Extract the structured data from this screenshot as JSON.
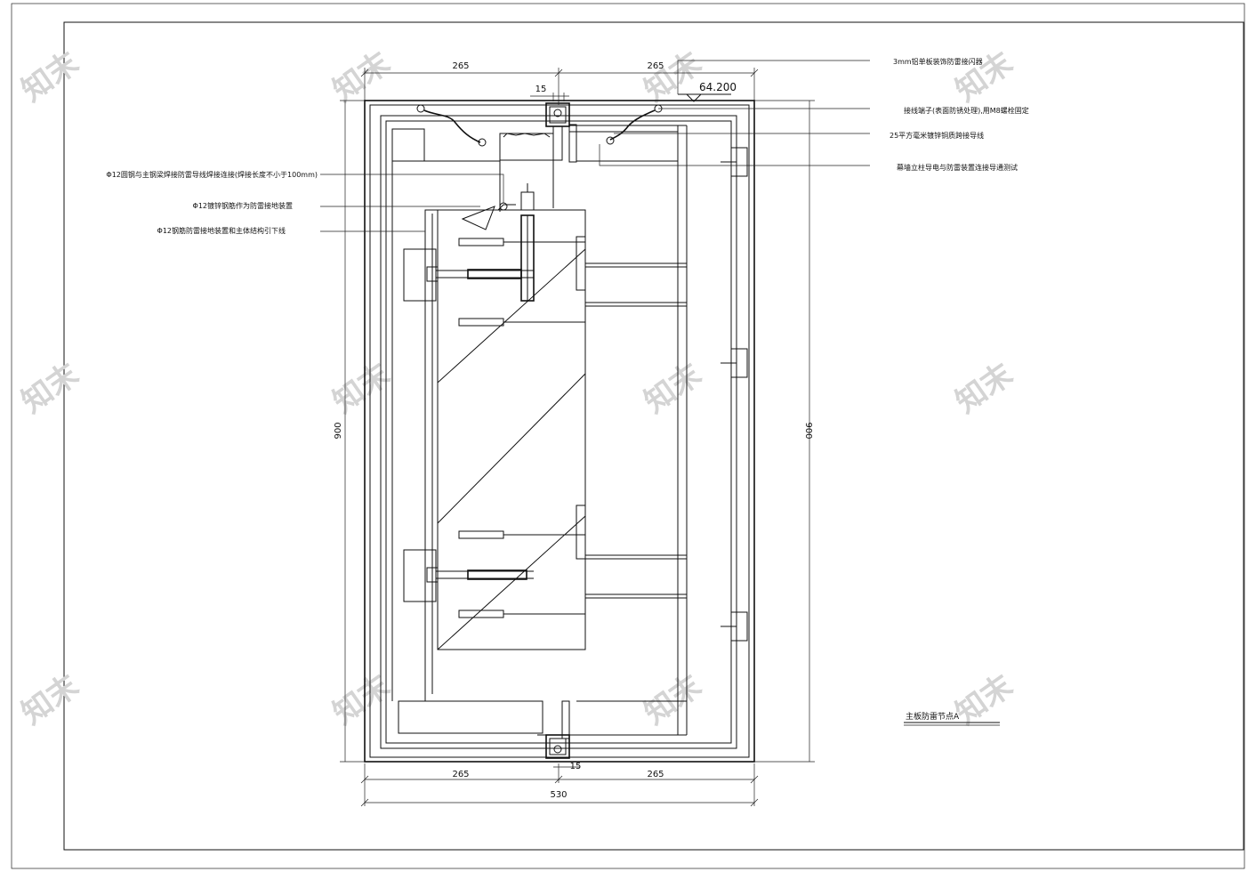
{
  "dimensions": {
    "top_left": "265",
    "top_right": "265",
    "gap_top": "15",
    "gap_bottom": "15",
    "bottom_left": "265",
    "bottom_right": "265",
    "total_width": "530",
    "height_left": "900",
    "height_right": "900"
  },
  "elevation": "64.200",
  "notes_right": [
    "3mm铝单板装饰防雷接闪器",
    "接线端子(表面防锈处理),用M8螺栓固定",
    "25平方毫米镀锌铜质跨接导线",
    "幕墙立柱导电与防雷装置连接导通测试"
  ],
  "notes_left": [
    "Φ12圆钢与主钢梁焊接防雷导线焊接连接(焊接长度不小于100mm)",
    "Φ12镀锌钢筋作为防雷接地装置",
    "Φ12钢筋防雷接地装置和主体结构引下线"
  ],
  "title": "主板防雷节点A",
  "watermark": "知末"
}
